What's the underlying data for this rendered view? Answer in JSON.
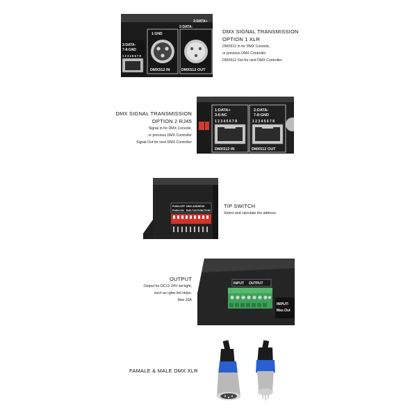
{
  "sections": [
    {
      "title_line1": "DMX SIGNAL TRANSMISSION",
      "title_line2": "OPTION 1 XLR",
      "lines": [
        "DMX512 in for DMX Console,",
        "or previous DMX Controller",
        "DMX512 Out for next DMX Controller"
      ],
      "device_labels": {
        "top_left": "1:GND",
        "top_mid": "2:DATA-",
        "top_right": "3:DATA+",
        "left_a": "2:DATA-",
        "left_b": "7-8:GND",
        "left_c": "1 2 3 4 5 6 7 8",
        "in": "DMX512 IN",
        "out": "DMX512 OUT"
      }
    },
    {
      "title_line1": "DMX SIGNAL TRANSMISSION",
      "title_line2": "OPTION 2 RJ45",
      "lines": [
        "Signal in for DMX Console,",
        "or previous DMX Controller",
        "Signal Out for next DMX Controller"
      ],
      "device_labels": {
        "left_a": "1:DATA+",
        "left_b": "3-6:NC",
        "right_a": "2:DATA-",
        "right_b": "7-8:GND",
        "pins": "1 2 3 4 5 6 7 8",
        "in": "DMX512 IN",
        "out": "DMX512 OUT"
      }
    },
    {
      "title_line1": "TIP SWITCH",
      "lines": [
        "Select and calculate the address"
      ],
      "device_labels": {
        "push_off": "PUSH-OFF",
        "push_on": "PUSH-ON",
        "dmx_address": "DMX ADDRESS",
        "built_in": "BUILT-IN FUNCTION"
      }
    },
    {
      "title_line1": "OUTPUT",
      "lines": [
        "Output for DC12-24V led light,",
        "such as rgbw led strips.",
        "Max.16A"
      ],
      "device_labels": {
        "input": "INPUT",
        "output": "OUTPUT",
        "side": "INPUT:",
        "side2": "Max.Out"
      }
    },
    {
      "title_line1": "FAMALE & MALE DMX XLR",
      "lines": []
    }
  ]
}
